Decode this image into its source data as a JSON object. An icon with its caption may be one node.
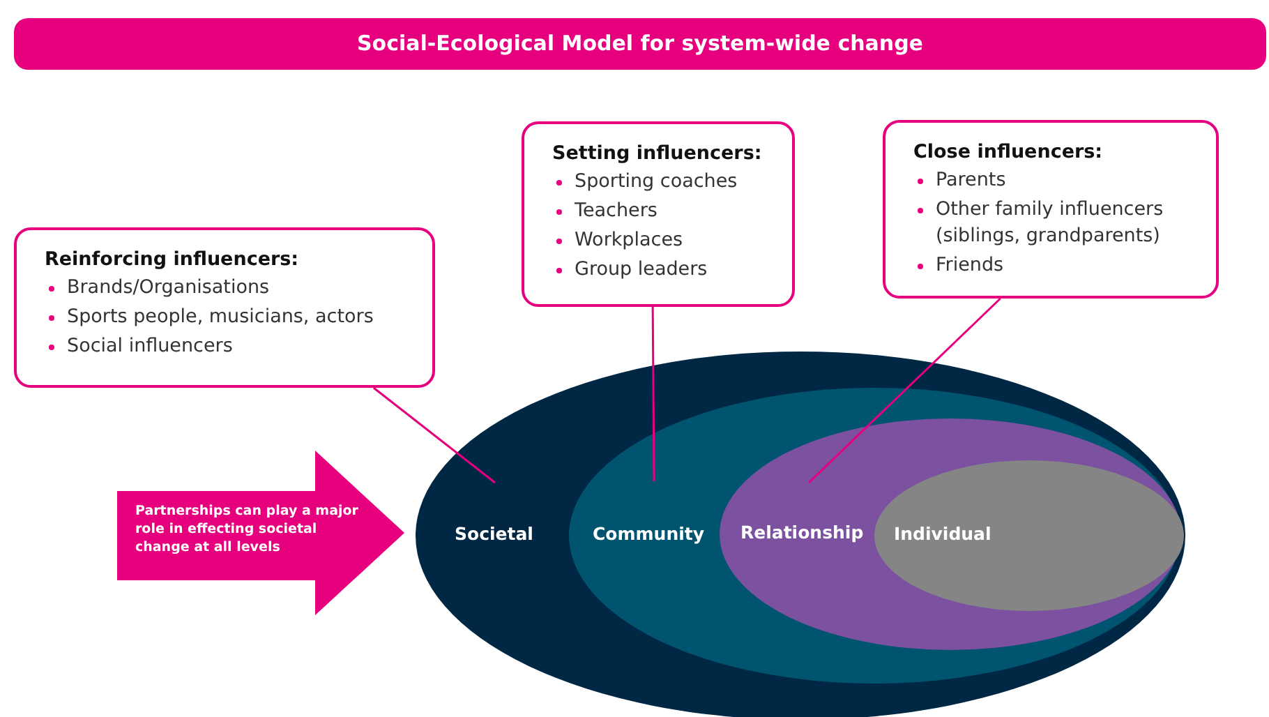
{
  "diagram": {
    "title": "Social-Ecological Model for system-wide change",
    "nodes": [
      {
        "text": [
          "Reinforcing influencers:",
          "Brands/Organisations",
          "Sports people, musicians, actors",
          "Social influencers"
        ]
      },
      {
        "text": [
          "Setting influencers:",
          "Sporting coaches",
          "Teachers",
          "Workplaces",
          "Group leaders"
        ]
      },
      {
        "text": [
          "Close influencers:",
          "Parents",
          "Other family influencers (siblings, grandparents)",
          "Friends"
        ]
      },
      {
        "text": [
          "Partnerships can play a major role in effecting societal change at all levels"
        ]
      },
      {
        "text": [
          "Societal"
        ]
      },
      {
        "text": [
          "Community"
        ],
        "in": 4
      },
      {
        "text": [
          "Relationship"
        ],
        "in": 5
      },
      {
        "text": [
          "Individual"
        ],
        "in": 6
      }
    ],
    "edges": [
      {
        "from": 0,
        "to": 4,
        "arrow": "none"
      },
      {
        "from": 1,
        "to": 5,
        "arrow": "none"
      },
      {
        "from": 2,
        "to": 6,
        "arrow": "none"
      }
    ]
  }
}
